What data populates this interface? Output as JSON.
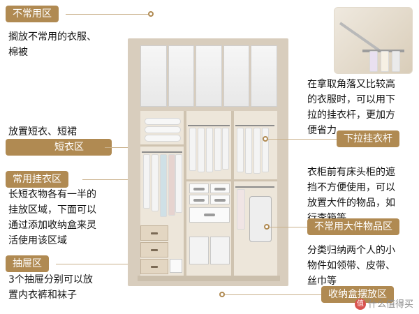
{
  "left_annotations": {
    "rare_use_area": {
      "label": "不常用区",
      "desc": "搁放不常用的衣服、\n棉被"
    },
    "short_area": {
      "label": "短衣区",
      "desc": "放置短衣、短裙"
    },
    "hanging_area": {
      "label": "常用挂衣区",
      "desc": "长短衣物各有一半的\n挂放区域，下面可以\n通过添加收纳盒来灵\n活使用该区域"
    },
    "drawer_area": {
      "label": "抽屉区",
      "desc": "3个抽屉分别可以放\n置内衣裤和袜子"
    }
  },
  "right_annotations": {
    "pull_down_rod": {
      "label": "下拉挂衣杆",
      "desc": "在拿取角落又比较高\n的衣服时，可以用下\n拉的挂衣杆，更加方\n便省力"
    },
    "large_items": {
      "label": "不常用大件物品区",
      "desc": "衣柜前有床头柜的遮\n挡不方便使用，可以\n放置大件的物品，如\n行李箱等"
    },
    "storage_box": {
      "label": "收纳盒摆放区",
      "desc": "分类归纳两个人的小\n物件如领带、皮带、\n丝巾等"
    }
  },
  "watermark": {
    "logo": "值",
    "text": "什么值得买"
  }
}
